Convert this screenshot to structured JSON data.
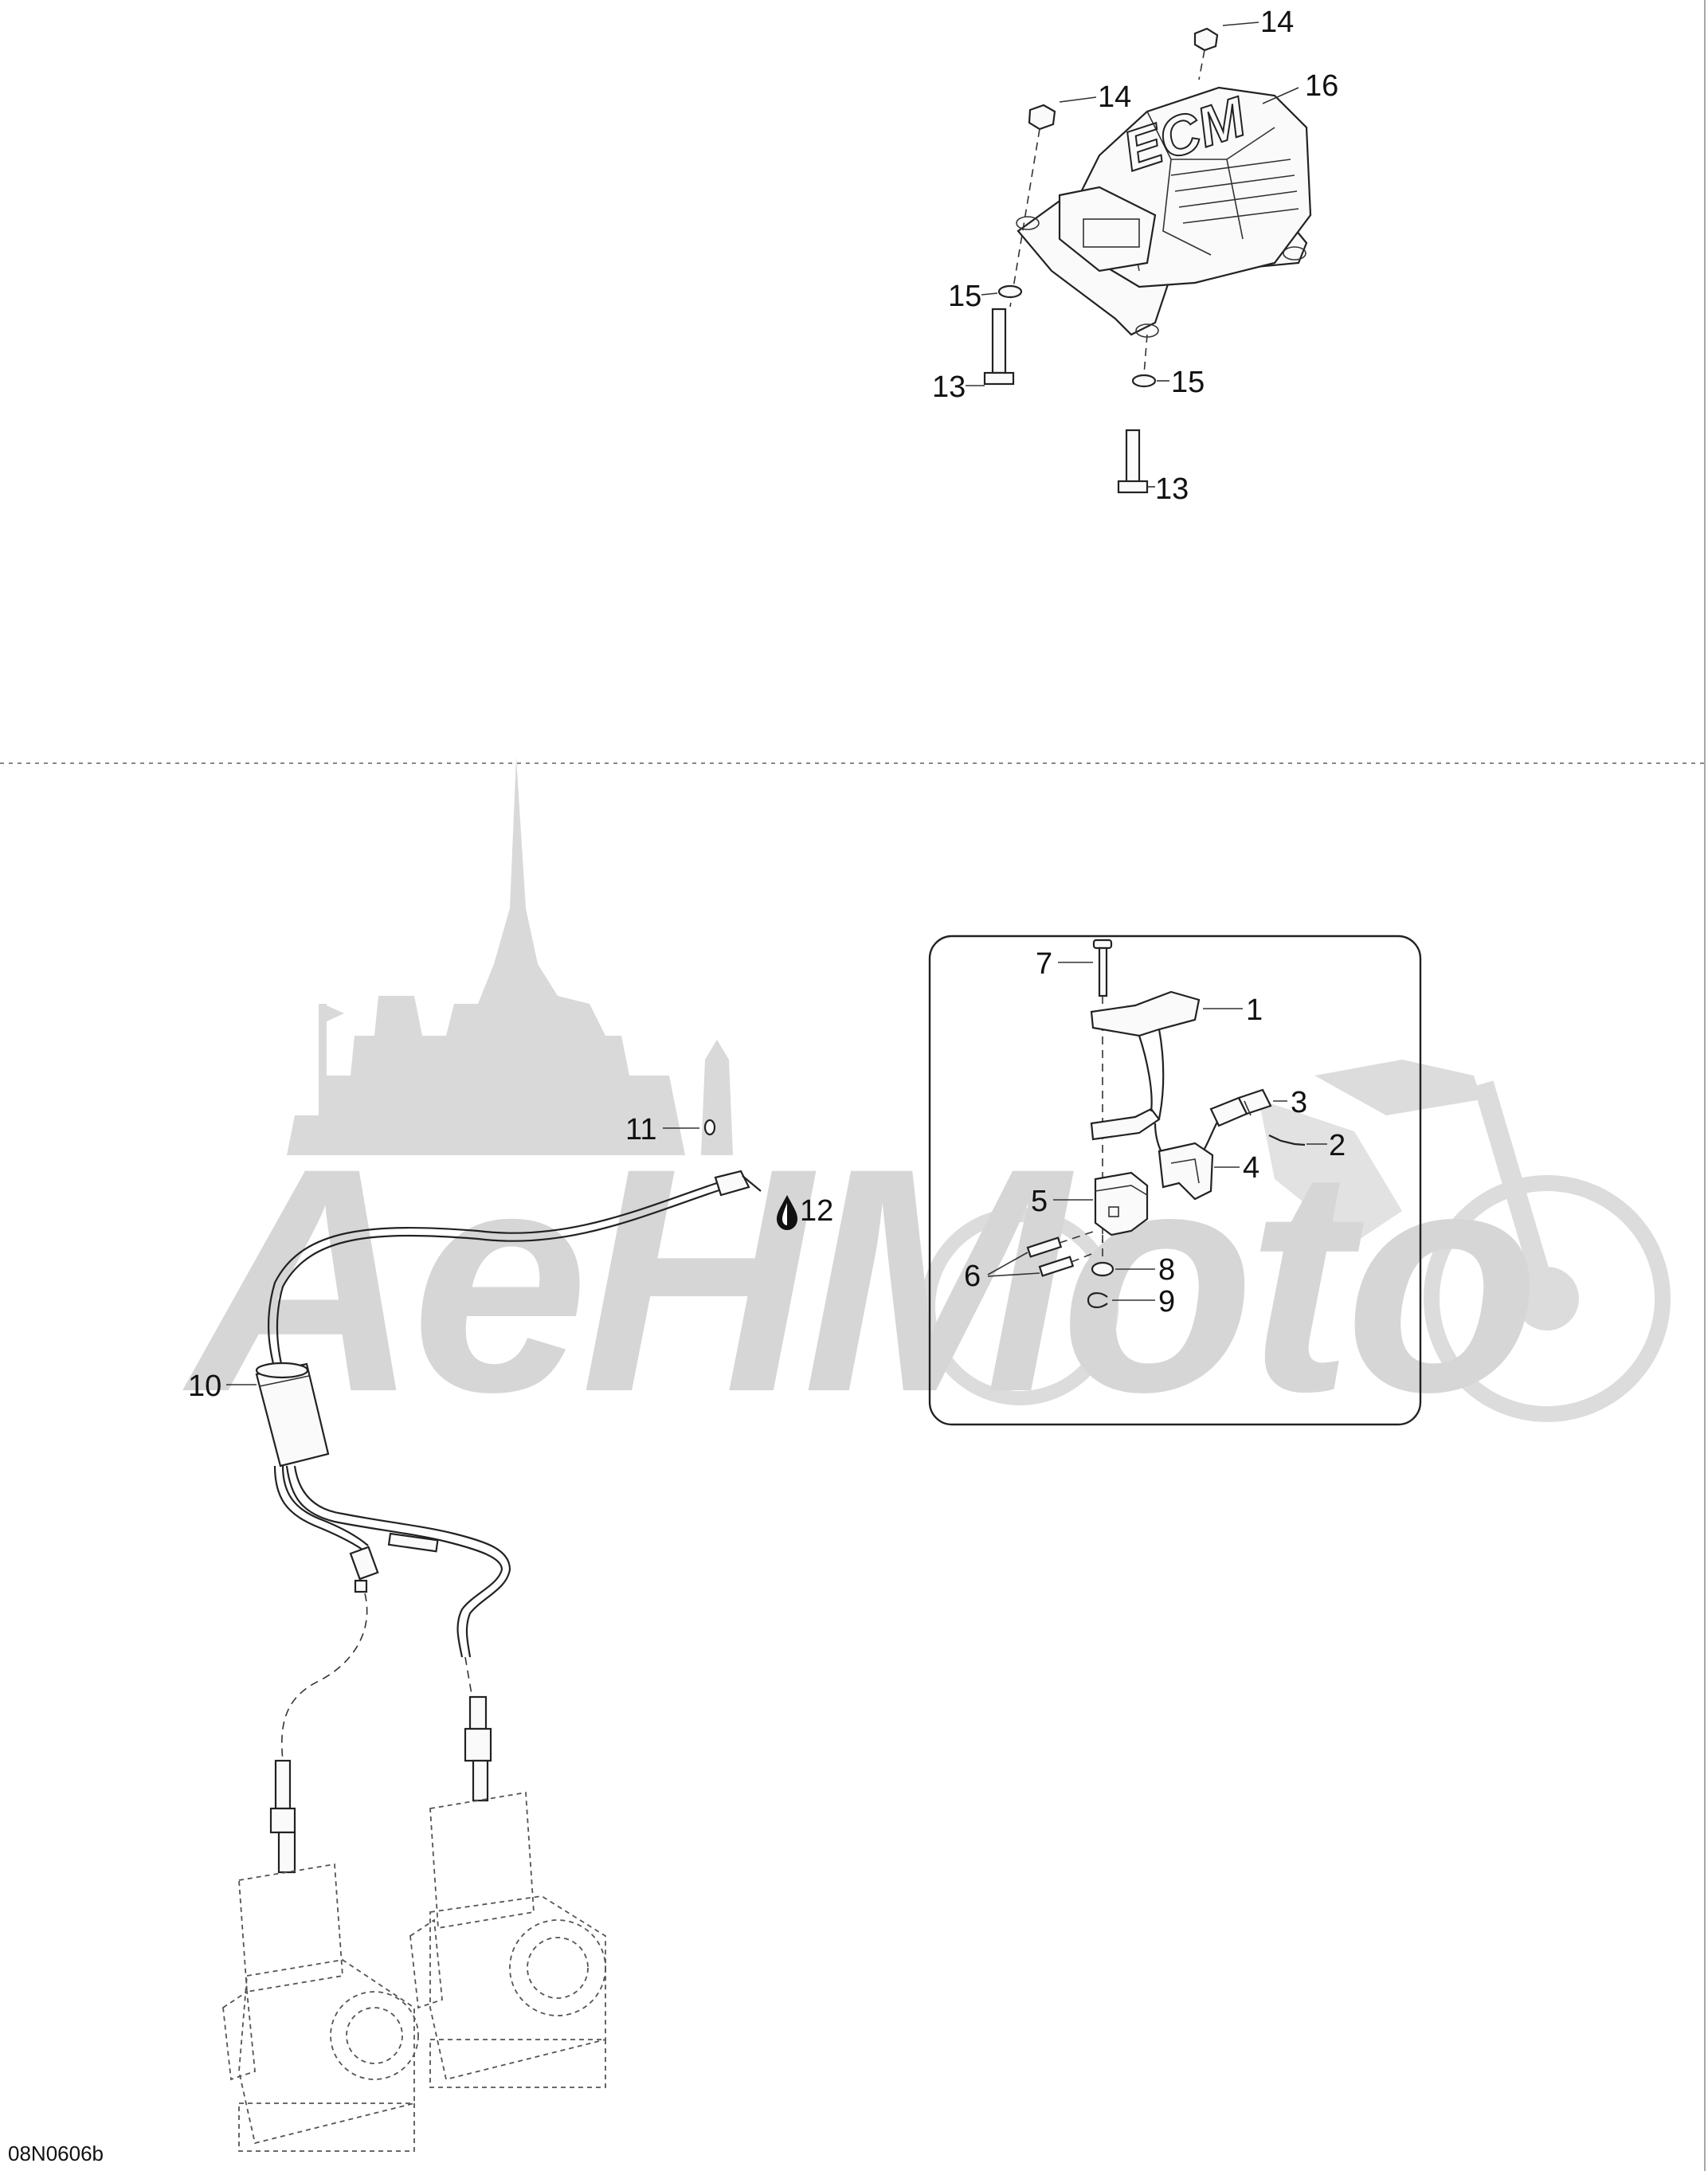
{
  "diagram": {
    "callouts": {
      "c1": "1",
      "c2": "2",
      "c3": "3",
      "c4": "4",
      "c5": "5",
      "c6": "6",
      "c7": "7",
      "c8": "8",
      "c9": "9",
      "c10": "10",
      "c11": "11",
      "c12": "12",
      "c13a": "13",
      "c13b": "13",
      "c14a": "14",
      "c14b": "14",
      "c15a": "15",
      "c15b": "15",
      "c16": "16"
    },
    "ecm_label": "ECM",
    "watermark_text": "AeHMoto",
    "drawing_code": "08N0606b"
  }
}
